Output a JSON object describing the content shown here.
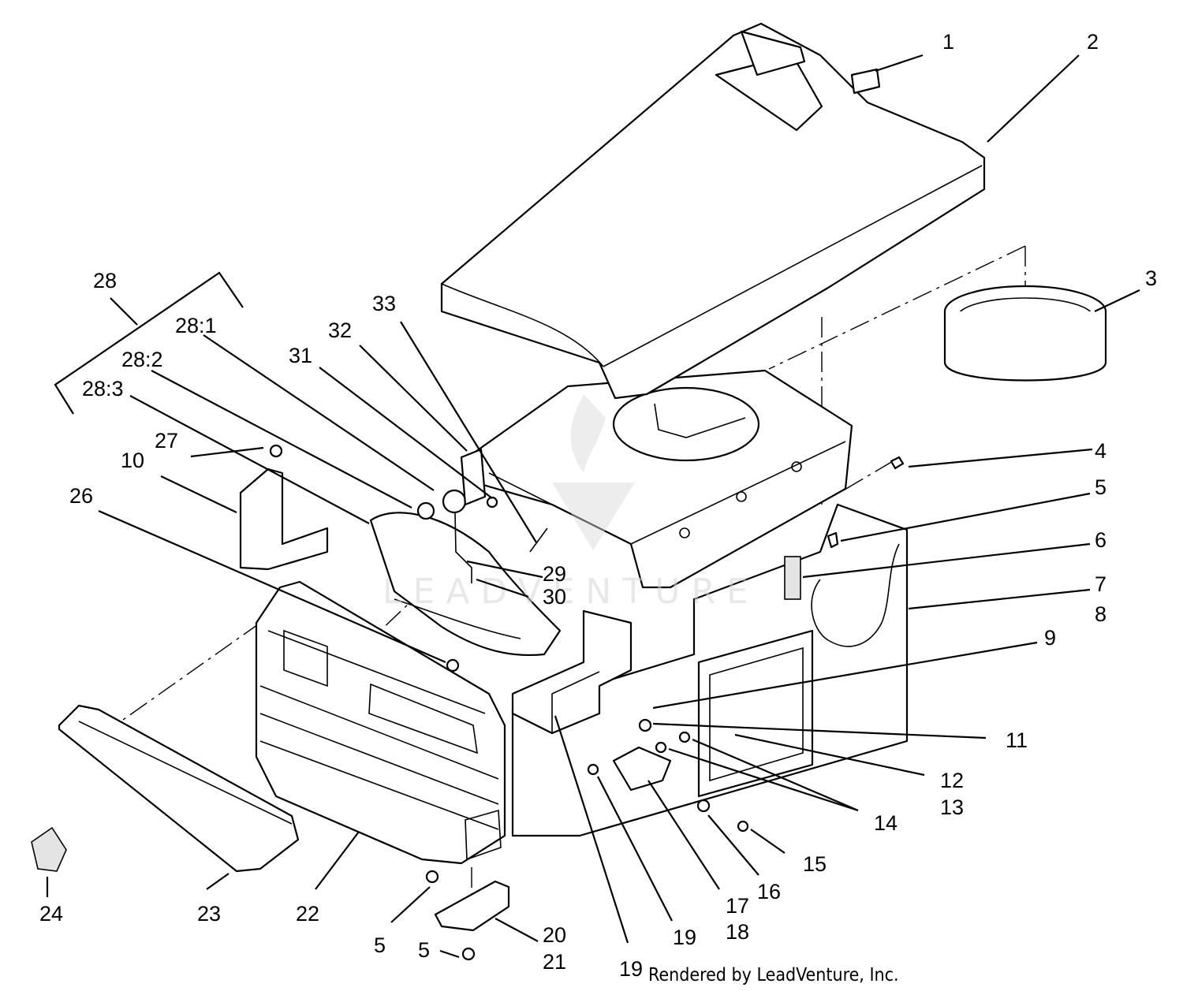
{
  "callouts": [
    {
      "label": "1"
    },
    {
      "label": "2"
    },
    {
      "label": "3"
    },
    {
      "label": "4"
    },
    {
      "label": "5"
    },
    {
      "label": "6"
    },
    {
      "label": "7"
    },
    {
      "label": "8"
    },
    {
      "label": "9"
    },
    {
      "label": "11"
    },
    {
      "label": "12"
    },
    {
      "label": "13"
    },
    {
      "label": "14"
    },
    {
      "label": "15"
    },
    {
      "label": "16"
    },
    {
      "label": "17"
    },
    {
      "label": "18"
    },
    {
      "label": "19"
    },
    {
      "label": "19"
    },
    {
      "label": "20"
    },
    {
      "label": "21"
    },
    {
      "label": "5"
    },
    {
      "label": "5"
    },
    {
      "label": "22"
    },
    {
      "label": "23"
    },
    {
      "label": "24"
    },
    {
      "label": "26"
    },
    {
      "label": "10"
    },
    {
      "label": "27"
    },
    {
      "label": "28:3"
    },
    {
      "label": "28:2"
    },
    {
      "label": "28:1"
    },
    {
      "label": "28"
    },
    {
      "label": "31"
    },
    {
      "label": "32"
    },
    {
      "label": "33"
    },
    {
      "label": "29"
    },
    {
      "label": "30"
    }
  ],
  "credit": "Rendered by LeadVenture, Inc.",
  "watermark": "LEADVENTURE",
  "colors": {
    "line": "#000000",
    "background": "#ffffff",
    "watermark": "#d6d6d6"
  }
}
